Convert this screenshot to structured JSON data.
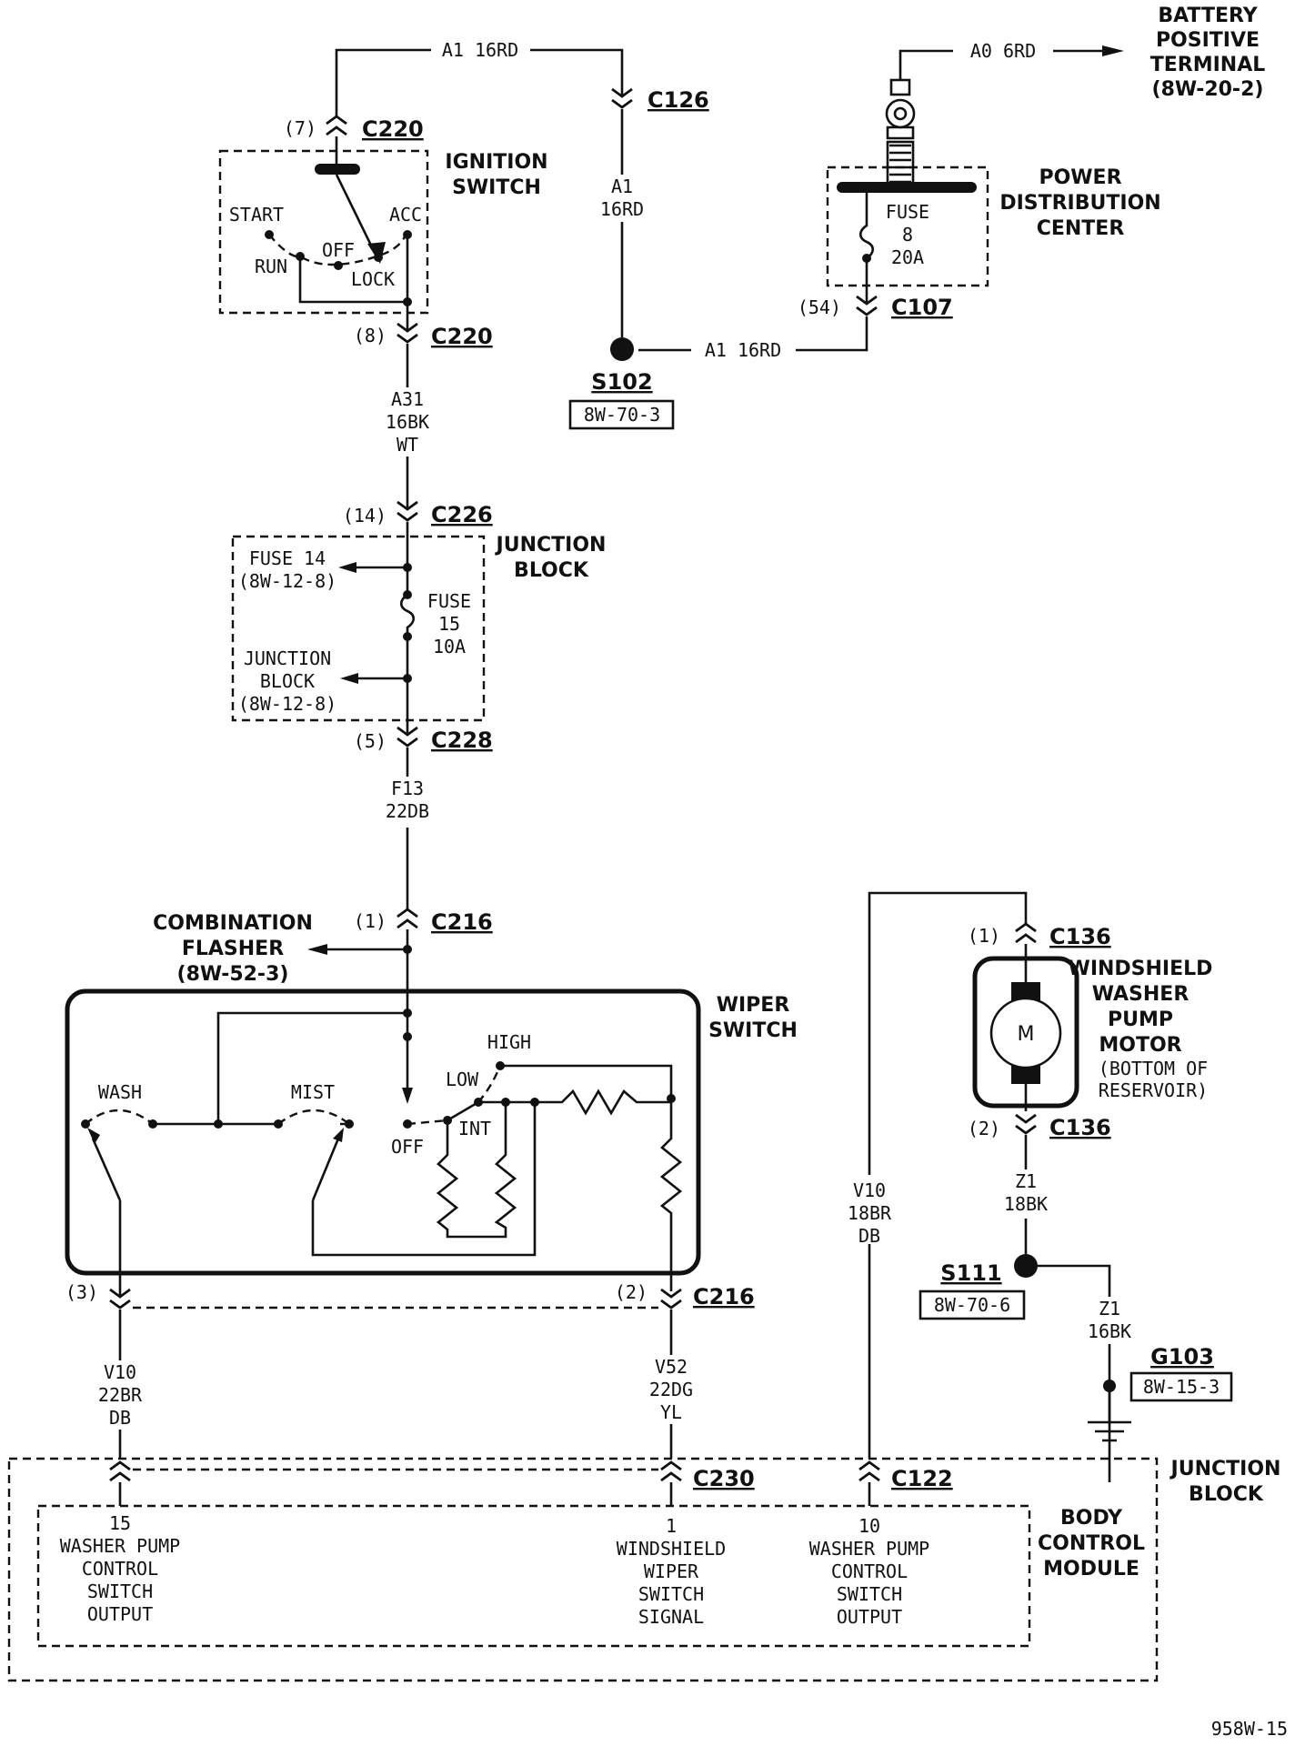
{
  "battery": {
    "l1": "BATTERY",
    "l2": "POSITIVE",
    "l3": "TERMINAL",
    "l4": "(8W-20-2)"
  },
  "wires": {
    "a0": "A0 6RD",
    "a1_top": "A1 16RD",
    "a1_c126_1": "A1",
    "a1_c126_2": "16RD",
    "a1_s102": "A1 16RD",
    "a31_1": "A31",
    "a31_2": "16BK",
    "a31_3": "WT",
    "f13_1": "F13",
    "f13_2": "22DB",
    "v10l_1": "V10",
    "v10l_2": "22BR",
    "v10l_3": "DB",
    "v52_1": "V52",
    "v52_2": "22DG",
    "v52_3": "YL",
    "v10r_1": "V10",
    "v10r_2": "18BR",
    "v10r_3": "DB",
    "z1a_1": "Z1",
    "z1a_2": "18BK",
    "z1b_1": "Z1",
    "z1b_2": "16BK"
  },
  "connectors": {
    "c220_top": {
      "pin": "(7)",
      "name": "C220"
    },
    "c220_bot": {
      "pin": "(8)",
      "name": "C220"
    },
    "c126": {
      "name": "C126"
    },
    "c107": {
      "pin": "(54)",
      "name": "C107"
    },
    "c226": {
      "pin": "(14)",
      "name": "C226"
    },
    "c228": {
      "pin": "(5)",
      "name": "C228"
    },
    "c216_top": {
      "pin": "(1)",
      "name": "C216"
    },
    "c216_left": {
      "pin": "(3)"
    },
    "c216_right": {
      "pin": "(2)",
      "name": "C216"
    },
    "c136_top": {
      "pin": "(1)",
      "name": "C136"
    },
    "c136_bot": {
      "pin": "(2)",
      "name": "C136"
    },
    "c230": {
      "name": "C230"
    },
    "c122": {
      "name": "C122"
    }
  },
  "ignition": {
    "t1": "IGNITION",
    "t2": "SWITCH",
    "start": "START",
    "acc": "ACC",
    "off": "OFF",
    "run": "RUN",
    "lock": "LOCK"
  },
  "pdc": {
    "t1": "POWER",
    "t2": "DISTRIBUTION",
    "t3": "CENTER",
    "fuse1": "FUSE",
    "fuse2": "8",
    "fuse3": "20A"
  },
  "s102": {
    "name": "S102",
    "ref": "8W-70-3"
  },
  "junction_block": {
    "t1": "JUNCTION",
    "t2": "BLOCK",
    "fuse14_1": "FUSE 14",
    "fuse14_2": "(8W-12-8)",
    "fuse15_1": "FUSE",
    "fuse15_2": "15",
    "fuse15_3": "10A",
    "jb_1": "JUNCTION",
    "jb_2": "BLOCK",
    "jb_3": "(8W-12-8)"
  },
  "flasher": {
    "l1": "COMBINATION",
    "l2": "FLASHER",
    "l3": "(8W-52-3)"
  },
  "wiper": {
    "t1": "WIPER",
    "t2": "SWITCH",
    "wash": "WASH",
    "mist": "MIST",
    "off": "OFF",
    "low": "LOW",
    "high": "HIGH",
    "int": "INT"
  },
  "motor": {
    "t1": "WINDSHIELD",
    "t2": "WASHER",
    "t3": "PUMP",
    "t4": "MOTOR",
    "n1": "(BOTTOM OF",
    "n2": "RESERVOIR)",
    "symbol": "M"
  },
  "s111": {
    "name": "S111",
    "ref": "8W-70-6"
  },
  "g103": {
    "name": "G103",
    "ref": "8W-15-3"
  },
  "jb_bottom": {
    "t1": "JUNCTION",
    "t2": "BLOCK"
  },
  "bcm": {
    "t1": "BODY",
    "t2": "CONTROL",
    "t3": "MODULE",
    "p15": [
      "15",
      "WASHER PUMP",
      "CONTROL",
      "SWITCH",
      "OUTPUT"
    ],
    "p1": [
      "1",
      "WINDSHIELD",
      "WIPER",
      "SWITCH",
      "SIGNAL"
    ],
    "p10": [
      "10",
      "WASHER PUMP",
      "CONTROL",
      "SWITCH",
      "OUTPUT"
    ]
  },
  "figure_id": "958W-15"
}
